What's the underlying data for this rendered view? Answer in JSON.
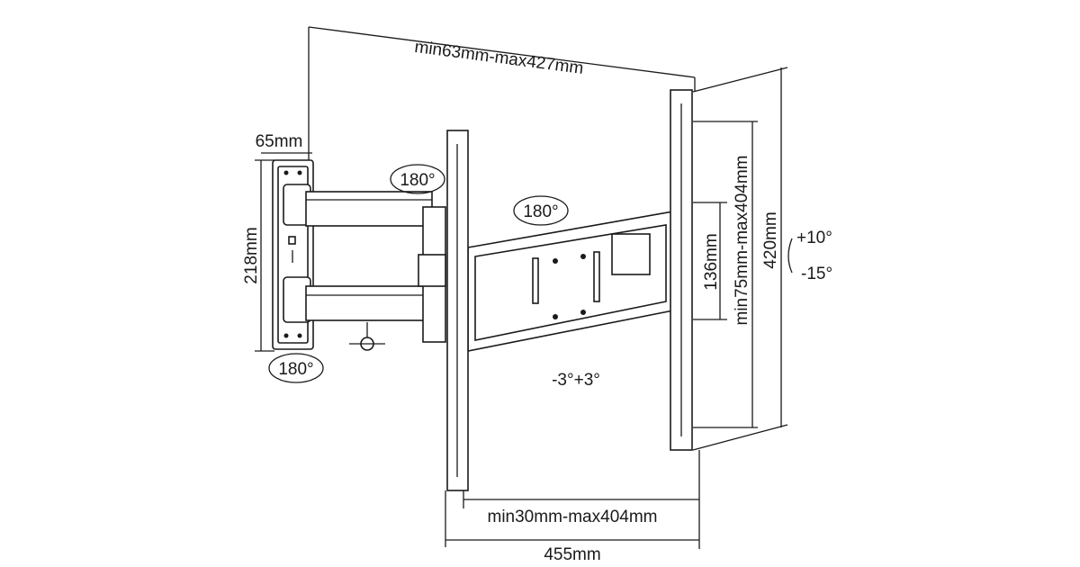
{
  "title": "TV wall mount dimension diagram",
  "dimensions": {
    "top_depth": "min63mm-max427mm",
    "wall_plate_depth": "65mm",
    "wall_plate_height": "218mm",
    "tv_plate_height": "136mm",
    "vesa_vertical": "min75mm-max404mm",
    "total_height": "420mm",
    "vesa_horizontal": "min30mm-max404mm",
    "total_width": "455mm"
  },
  "rotations": {
    "wall_swivel": "180°",
    "arm_swivel": "180°",
    "plate_swivel": "180°",
    "tilt_up": "+10°",
    "tilt_down": "-15°",
    "level_adjust": "-3°+3°"
  },
  "colors": {
    "line": "#1a1a1a",
    "background": "#ffffff"
  }
}
